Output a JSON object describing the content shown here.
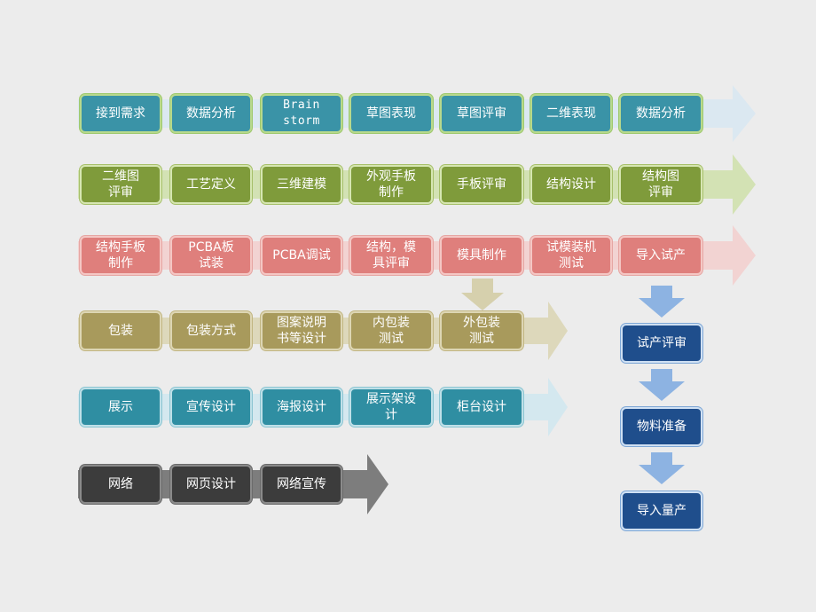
{
  "rows": [
    {
      "id": "research",
      "items": [
        "接到需求",
        "数据分析",
        "Brain\nstorm",
        "草图表现",
        "草图评审",
        "二维表现",
        "数据分析"
      ]
    },
    {
      "id": "design",
      "items": [
        "二维图\n评审",
        "工艺定义",
        "三维建模",
        "外观手板\n制作",
        "手板评审",
        "结构设计",
        "结构图\n评审"
      ]
    },
    {
      "id": "structure",
      "items": [
        "结构手板\n制作",
        "PCBA板\n试装",
        "PCBA调试",
        "结构，模\n具评审",
        "模具制作",
        "试模装机\n测试",
        "导入试产"
      ]
    },
    {
      "id": "package",
      "items": [
        "包装",
        "包装方式",
        "图案说明\n书等设计",
        "内包装\n测试",
        "外包装\n测试"
      ]
    },
    {
      "id": "display",
      "items": [
        "展示",
        "宣传设计",
        "海报设计",
        "展示架设\n计",
        "柜台设计"
      ]
    },
    {
      "id": "network",
      "items": [
        "网络",
        "网页设计",
        "网络宣传"
      ]
    }
  ],
  "production": [
    "试产评审",
    "物料准备",
    "导入量产"
  ],
  "colors": {
    "teal": "#3a93a7",
    "green": "#7f9b3b",
    "pink": "#df7f7c",
    "khaki": "#a89a5c",
    "cyan": "#2f8ea2",
    "dark": "#3c3c3c",
    "navy": "#1f4e8c",
    "down_arrow": "#8db3e2"
  }
}
